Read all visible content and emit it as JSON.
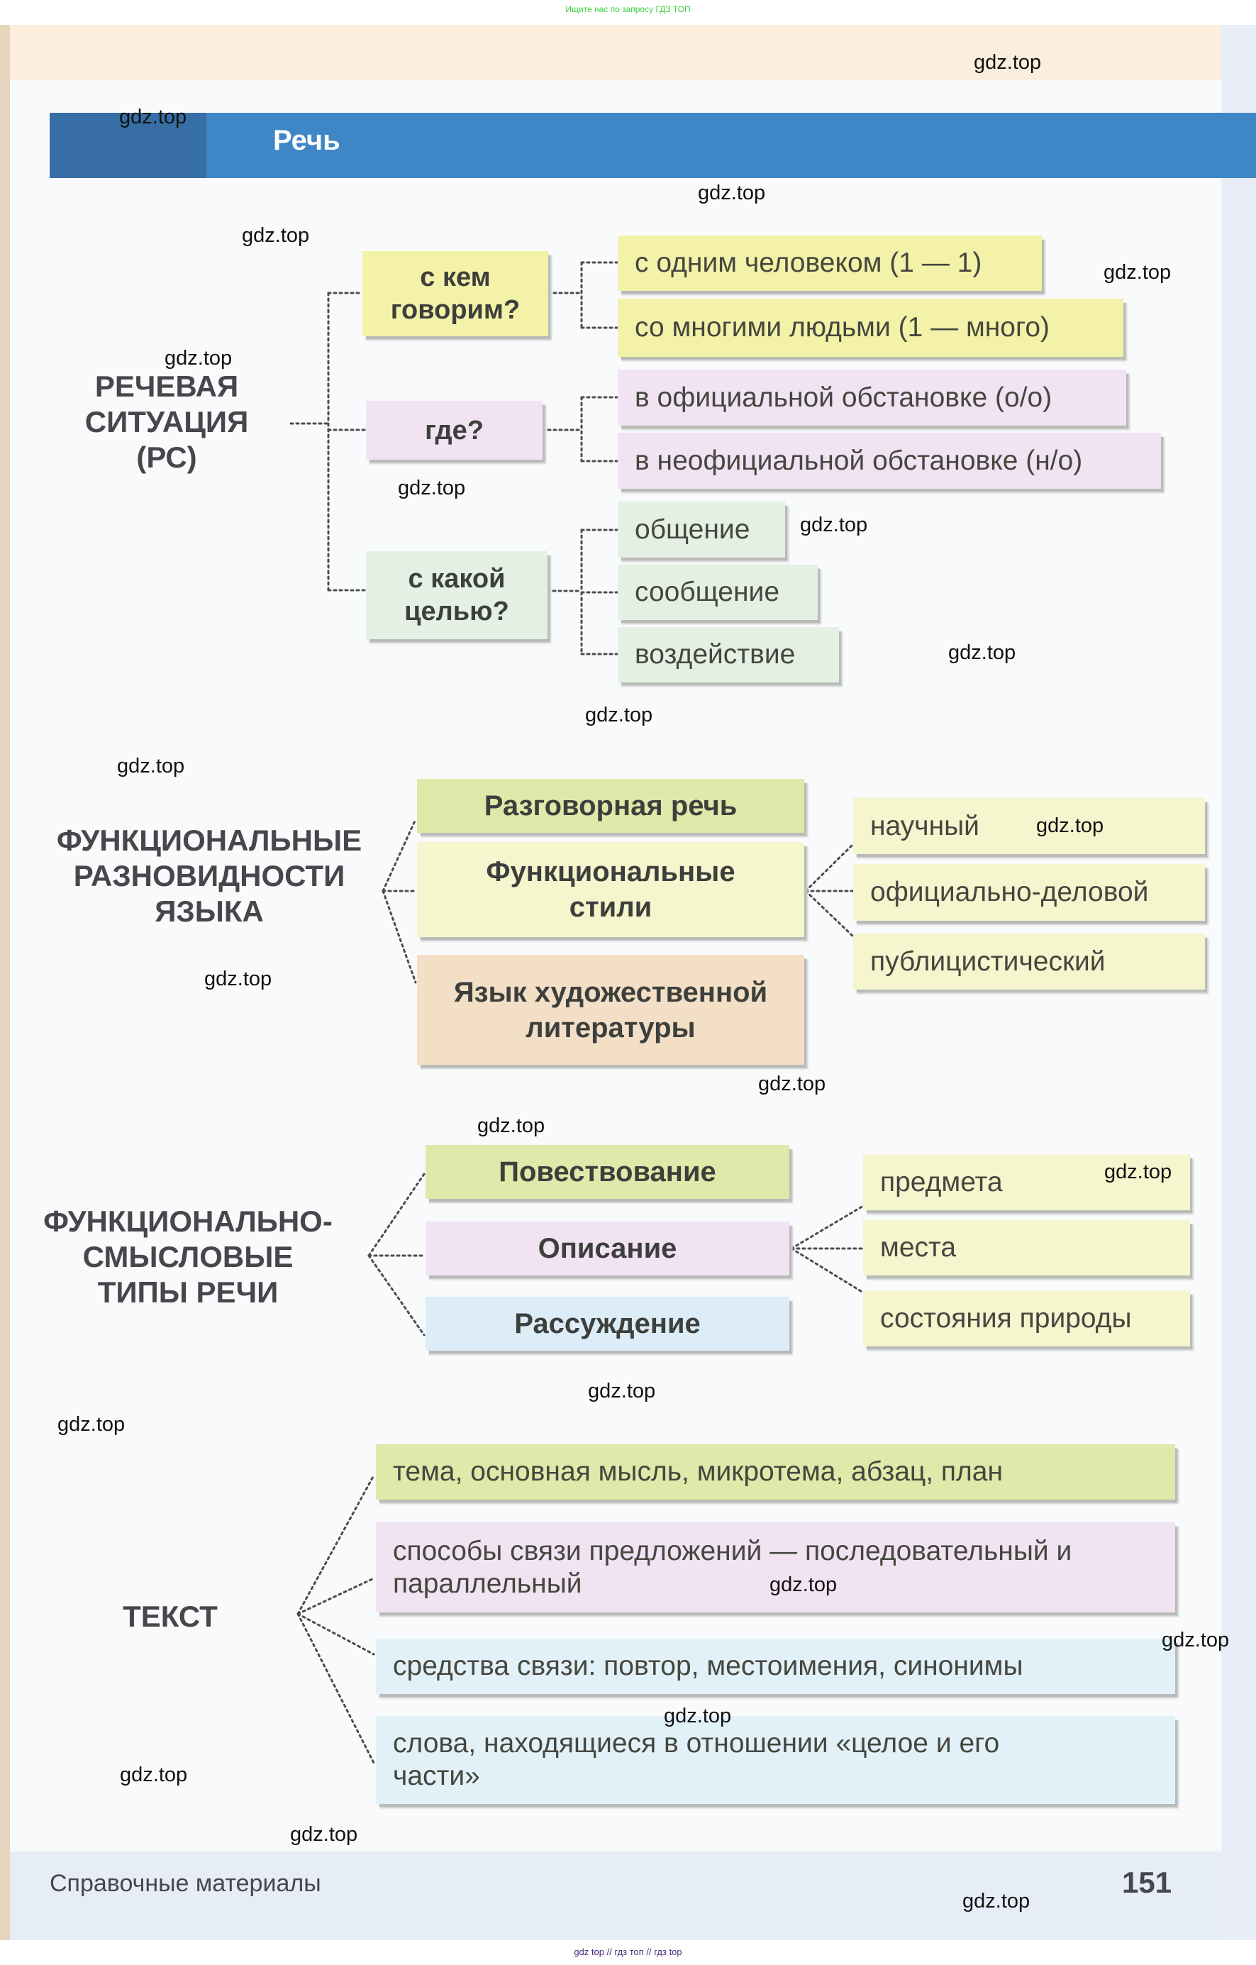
{
  "top_note": "Ищите нас по запросу ГДЗ ТОП",
  "bottom_note": "gdz top  //  гдз топ  //  гдз top",
  "header": {
    "title": "Речь"
  },
  "colors": {
    "header_blue": "#3f86c6",
    "header_dark": "#376ea6",
    "yellow": "#f3f2a8",
    "pink": "#f2e3f3",
    "mint": "#e3f0e3",
    "lime": "#dfe9a9",
    "cream": "#f5f5ce",
    "peach": "#f2dfc6",
    "blue": "#dcedf8"
  },
  "speech_situation": {
    "title_lines": [
      "РЕЧЕВАЯ",
      "СИТУАЦИЯ",
      "(РС)"
    ],
    "questions": [
      {
        "lines": [
          "с кем",
          "говорим?"
        ],
        "answers": [
          "с одним человеком (1 — 1)",
          "со многими людьми (1 — много)"
        ]
      },
      {
        "lines": [
          "где?"
        ],
        "answers": [
          "в официальной обстановке (о/о)",
          "в неофициальной обстановке (н/о)"
        ]
      },
      {
        "lines": [
          "с какой",
          "целью?"
        ],
        "answers": [
          "общение",
          "сообщение",
          "воздействие"
        ]
      }
    ]
  },
  "functional_varieties": {
    "title_lines": [
      "ФУНКЦИОНАЛЬНЫЕ",
      "РАЗНОВИДНОСТИ",
      "ЯЗЫКА"
    ],
    "items": [
      {
        "lines": [
          "Разговорная речь"
        ]
      },
      {
        "lines": [
          "Функциональные",
          "стили"
        ]
      },
      {
        "lines": [
          "Язык художественной",
          "литературы"
        ]
      }
    ],
    "styles": [
      "научный",
      "официально-деловой",
      "публицистический"
    ]
  },
  "speech_types": {
    "title_lines": [
      "ФУНКЦИОНАЛЬНО-",
      "СМЫСЛОВЫЕ",
      "ТИПЫ РЕЧИ"
    ],
    "items": [
      "Повествование",
      "Описание",
      "Рассуждение"
    ],
    "description_kinds": [
      "предмета",
      "места",
      "состояния природы"
    ]
  },
  "text": {
    "title": "ТЕКСТ",
    "items": [
      "тема, основная мысль, микротема, абзац, план",
      "способы связи предложений — последовательный и параллельный",
      "средства связи: повтор, местоимения, синонимы",
      "слова, находящиеся в отношении «целое и его части»"
    ]
  },
  "footer": {
    "section": "Справочные материалы",
    "page_number": "151"
  },
  "watermark": "gdz.top"
}
